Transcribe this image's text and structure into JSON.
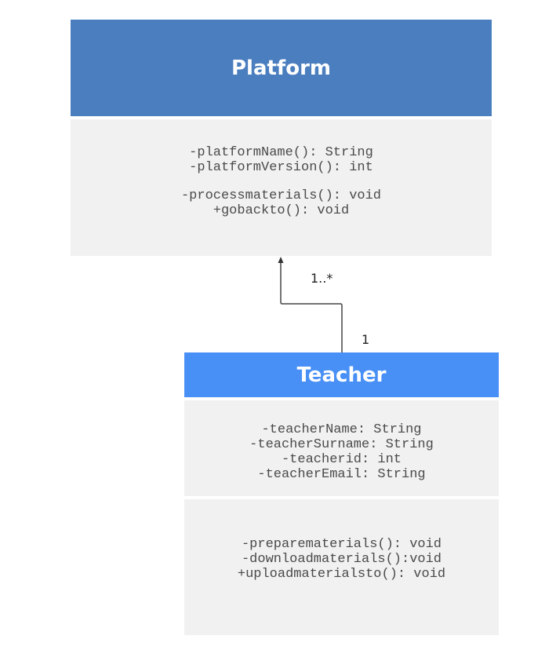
{
  "platform": {
    "name": "Platform",
    "attributes": [
      "-platformName(): String",
      "-platformVersion(): int"
    ],
    "operations": [
      "-processmaterials(): void",
      "+gobackto(): void"
    ],
    "colors": {
      "header": "#4a7ebf",
      "body": "#f1f1f1"
    }
  },
  "teacher": {
    "name": "Teacher",
    "attributes": [
      "-teacherName: String",
      "-teacherSurname: String",
      "-teacherid: int",
      "-teacherEmail: String"
    ],
    "operations": [
      "-preparematerials(): void",
      "-downloadmaterials():void",
      "+uploadmaterialsto(): void"
    ],
    "colors": {
      "header": "#4890f6",
      "body": "#f1f1f1"
    }
  },
  "association": {
    "platform_multiplicity": "1..*",
    "teacher_multiplicity": "1"
  }
}
